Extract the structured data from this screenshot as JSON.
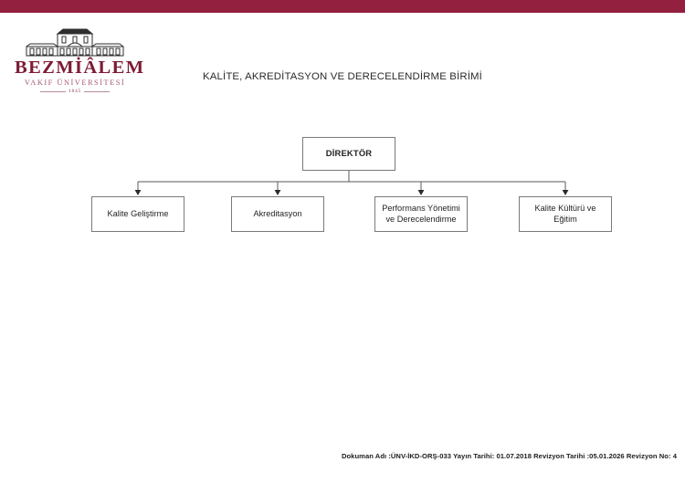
{
  "page": {
    "background_color": "#ffffff",
    "band_color": "#94203f"
  },
  "logo": {
    "name": "bezmialem-vakif-universitesi-logo",
    "wordmark": "BEZMİÂLEM",
    "subwordmark": "VAKIF ÜNİVERSİTESİ",
    "year": "1845",
    "wordmark_color": "#7d1b34",
    "subwordmark_color": "#a65a70"
  },
  "title": "KALİTE, AKREDİTASYON VE DERECELENDİRME BİRİMİ",
  "chart_data": {
    "type": "diagram",
    "diagram_type": "organizational-chart",
    "title": "KALİTE, AKREDİTASYON VE DERECELENDİRME BİRİMİ",
    "orientation": "top-down",
    "root": {
      "id": "direktor",
      "label": "DİREKTÖR",
      "bold": true
    },
    "children": [
      {
        "id": "kalite-gelistirme",
        "label": "Kalite Geliştirme",
        "lines": [
          "Kalite Geliştirme"
        ]
      },
      {
        "id": "akreditasyon",
        "label": "Akreditasyon",
        "lines": [
          "Akreditasyon"
        ]
      },
      {
        "id": "performans-yonetimi-ve-derecelendirme",
        "label": "Performans Yönetimi ve Derecelendirme",
        "lines": [
          "Performans Yönetimi",
          "ve Derecelendirme"
        ]
      },
      {
        "id": "kalite-kulturu-ve-egitim",
        "label": "Kalite Kültürü ve Eğitim",
        "lines": [
          "Kalite Kültürü ve",
          "Eğitim"
        ]
      }
    ],
    "edges": [
      {
        "from": "direktor",
        "to": "kalite-gelistirme",
        "arrow": true
      },
      {
        "from": "direktor",
        "to": "akreditasyon",
        "arrow": true
      },
      {
        "from": "direktor",
        "to": "performans-yonetimi-ve-derecelendirme",
        "arrow": true
      },
      {
        "from": "direktor",
        "to": "kalite-kulturu-ve-egitim",
        "arrow": true
      }
    ],
    "node_border_color": "#7a7a7a",
    "node_fill_color": "#ffffff",
    "connector_color": "#595959"
  },
  "footer": {
    "text": "Dokuman Adı :ÜNV-İKD-ORŞ-033 Yayın Tarihi: 01.07.2018 Revizyon Tarihi :05.01.2026 Revizyon No: 4",
    "document_name_label": "Dokuman Adı :",
    "document_code": "ÜNV-İKD-ORŞ-033",
    "publish_date_label": "Yayın Tarihi:",
    "publish_date": "01.07.2018",
    "revision_date_label": "Revizyon Tarihi :",
    "revision_date": "05.01.2026",
    "revision_no_label": "Revizyon No:",
    "revision_no": "4"
  }
}
